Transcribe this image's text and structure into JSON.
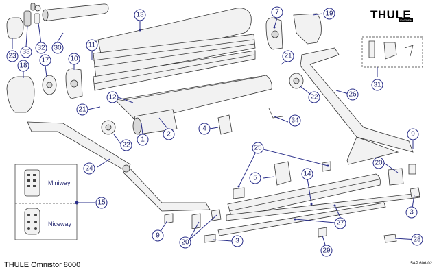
{
  "brand": {
    "logo_text": "THULE",
    "logo_sub": "SWEDEN"
  },
  "footer": {
    "title": "THULE Omnistor 8000",
    "code": "5AP 606-02"
  },
  "remote_labels": {
    "top": "Miniway",
    "bottom": "Niceway"
  },
  "callouts": [
    "13",
    "11",
    "7",
    "19",
    "23",
    "33",
    "32",
    "30",
    "18",
    "17",
    "10",
    "21",
    "12",
    "22",
    "1",
    "2",
    "4",
    "34",
    "26",
    "31",
    "9",
    "24",
    "25",
    "14",
    "5",
    "15",
    "20",
    "27",
    "3",
    "29",
    "28"
  ]
}
